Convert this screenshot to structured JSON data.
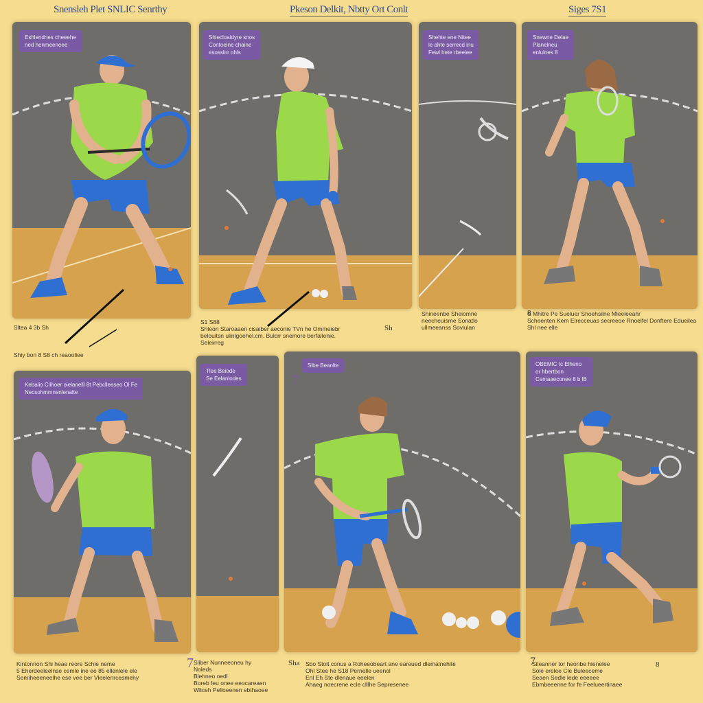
{
  "header": {
    "left_title": "Snensleh Plet SNLIC Senrthy",
    "center_title": "Pkeson Delkit, Nbtty Ort Conlt",
    "right_title": "Siges 7S1"
  },
  "panels": [
    {
      "tag": "Eshlendnes cheeehe\nned henmeeneee",
      "caption": "Sltea                                    4 3b          Sh\n\n\n\n        Shiy bon 8 S8 ch reaooliee"
    },
    {
      "tag": "Shiecloaidyre snos\nContoelne chaine\nesosslor ohls",
      "caption": "S1 S88\nShleon Staroaaen cisaiber aeconie TVn he Ommeiebr\nbelouitsn ulinlgoehel.cm. Bulcrr snemore berfallenie.\nSeleirreg"
    },
    {
      "tag": "Shehte ene Nitee\nle ahte serrecd inu\nFewl hete rbeeiee",
      "caption": "Shineenbe Sheiomne\nneecheuisme Sonatlo\nullmeeanss Soviulan"
    },
    {
      "tag": "Snewne Delae\nPlanelneu\nenlulnes 8",
      "caption": "S Mhitre  Pe Sueluer Shoehsilne Mleeleeahr\nScheenten Kem Elrecceuas secreeoe Rnoelfel Donftere Edueilea\nShl nee elle"
    },
    {
      "tag": "Kebalio Clihoer oielanelll 8t Pebclleeseo Ol Fe\nNecsohmmnenlenalte",
      "caption": "Kintonnon Shi heae reore Schie neme\n5 Eherdeeleelnse cemle ine ee 85 ellenlele ele\nSemiheeeneelhe ese vee ber Vleelenrcesmehy"
    },
    {
      "tag": "Tlee Beiode\nSe Eelanlodes",
      "caption": "Sliber Nunneeoneu hy\nNoleds\nBlehneo oedl\nBoreb feu onee eeocareaen\nWliceh Pelloeenen ebthaoee"
    },
    {
      "tag": "Slbe Beanlte",
      "caption": "Sbo Stoit conus a Roheeobeart ane eareued dlemalnehite\nOhl Stee he S18 Pernelle ueenol\nEnl Eh Ste dlenaue eeelen\nAhaeg noecrene ecle clllhe Sepresenee"
    },
    {
      "tag": "OBEMIC Ic Elheno\nor hbertbon\nCemaaeconee 8 b lB",
      "caption": "Sileanner tor heonbe hienelee\nSole erelee Cle Buleeceme\nSeaen Sedle lede eeeeee\nEbmbeeenne for fe Feelueertinaee"
    }
  ],
  "labels": {
    "p7_number": "7",
    "p8_number": "7",
    "p6_number": "7",
    "p5_letter": "Sha",
    "p5_side": "8",
    "p3_ref": "Sh",
    "p4_ref": "8"
  },
  "colors": {
    "background": "#f6dc8f",
    "court": "#6f6d69",
    "floor": "#d7a24e",
    "shirt": "#9bd84a",
    "shorts": "#2f6fd1",
    "cap": "#2f6fd1",
    "tag": "#7a5aa3"
  }
}
